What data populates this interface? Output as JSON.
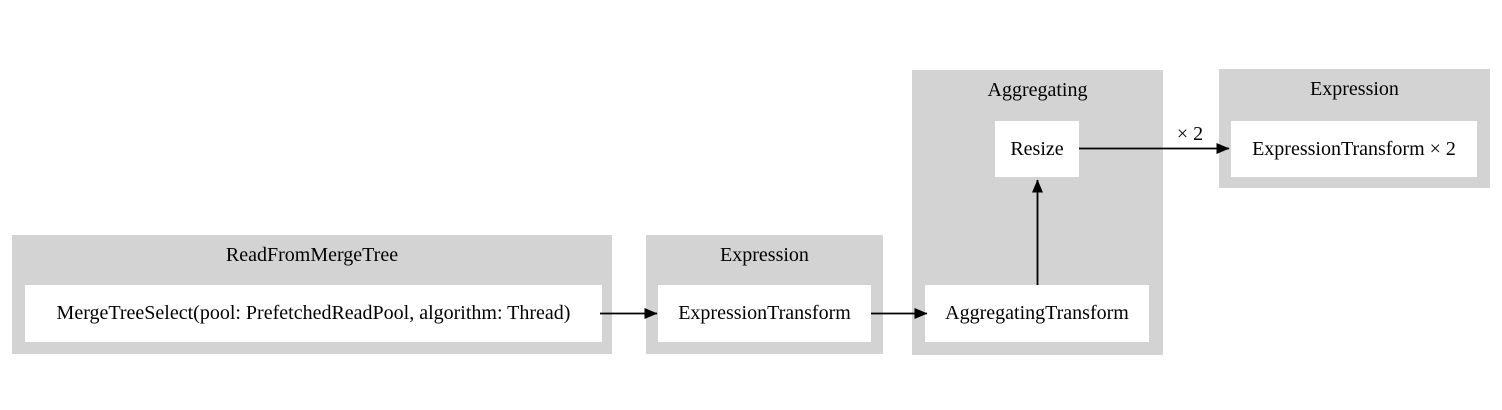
{
  "diagram": {
    "clusters": [
      {
        "title": "ReadFromMergeTree",
        "nodes": [
          {
            "label": "MergeTreeSelect(pool: PrefetchedReadPool, algorithm: Thread)"
          }
        ]
      },
      {
        "title": "Expression",
        "nodes": [
          {
            "label": "ExpressionTransform"
          }
        ]
      },
      {
        "title": "Aggregating",
        "nodes": [
          {
            "label": "Resize"
          },
          {
            "label": "AggregatingTransform"
          }
        ]
      },
      {
        "title": "Expression",
        "nodes": [
          {
            "label": "ExpressionTransform × 2"
          }
        ]
      }
    ],
    "edges": [
      {
        "from": "MergeTreeSelect(pool: PrefetchedReadPool, algorithm: Thread)",
        "to": "ExpressionTransform",
        "label": ""
      },
      {
        "from": "ExpressionTransform",
        "to": "AggregatingTransform",
        "label": ""
      },
      {
        "from": "AggregatingTransform",
        "to": "Resize",
        "label": ""
      },
      {
        "from": "Resize",
        "to": "ExpressionTransform × 2",
        "label": "× 2"
      }
    ],
    "colors": {
      "cluster_fill": "#d3d3d3",
      "node_fill": "#ffffff",
      "edge": "#000000",
      "text": "#000000",
      "background": "#ffffff"
    }
  }
}
